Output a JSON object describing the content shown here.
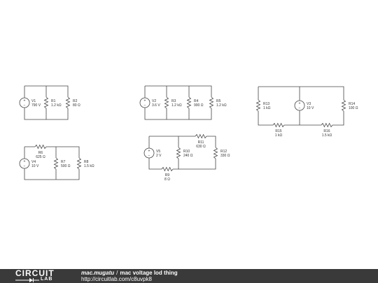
{
  "footer": {
    "logo_top": "CIRCUIT",
    "logo_bottom": "LAB",
    "author": "mac.mugatu",
    "separator": "/",
    "title": "mac voltage lod thing",
    "url": "http://circuitlab.com/c8uvpk8"
  },
  "components": {
    "V1": {
      "name": "V1",
      "value": "790 V"
    },
    "R1": {
      "name": "R1",
      "value": "1.2 kΩ"
    },
    "R2": {
      "name": "R2",
      "value": "80 Ω"
    },
    "V2": {
      "name": "V2",
      "value": "3.6 V"
    },
    "R3": {
      "name": "R3",
      "value": "1.2 kΩ"
    },
    "R4": {
      "name": "R4",
      "value": "900 Ω"
    },
    "R5": {
      "name": "R5",
      "value": "1.2 kΩ"
    },
    "R13": {
      "name": "R13",
      "value": "1 kΩ"
    },
    "V3": {
      "name": "V3",
      "value": "10 V"
    },
    "R14": {
      "name": "R14",
      "value": "100 Ω"
    },
    "R15": {
      "name": "R15",
      "value": "1 kΩ"
    },
    "R16": {
      "name": "R16",
      "value": "1.5 kΩ"
    },
    "R6": {
      "name": "R6",
      "value": "625 Ω"
    },
    "V4": {
      "name": "V4",
      "value": "10 V"
    },
    "R7": {
      "name": "R7",
      "value": "500 Ω"
    },
    "R8": {
      "name": "R8",
      "value": "1.5 kΩ"
    },
    "R11": {
      "name": "R11",
      "value": "630 Ω"
    },
    "V5": {
      "name": "V5",
      "value": "2 V"
    },
    "R10": {
      "name": "R10",
      "value": "240 Ω"
    },
    "R12": {
      "name": "R12",
      "value": "330 Ω"
    },
    "R9": {
      "name": "R9",
      "value": "8 Ω"
    }
  }
}
